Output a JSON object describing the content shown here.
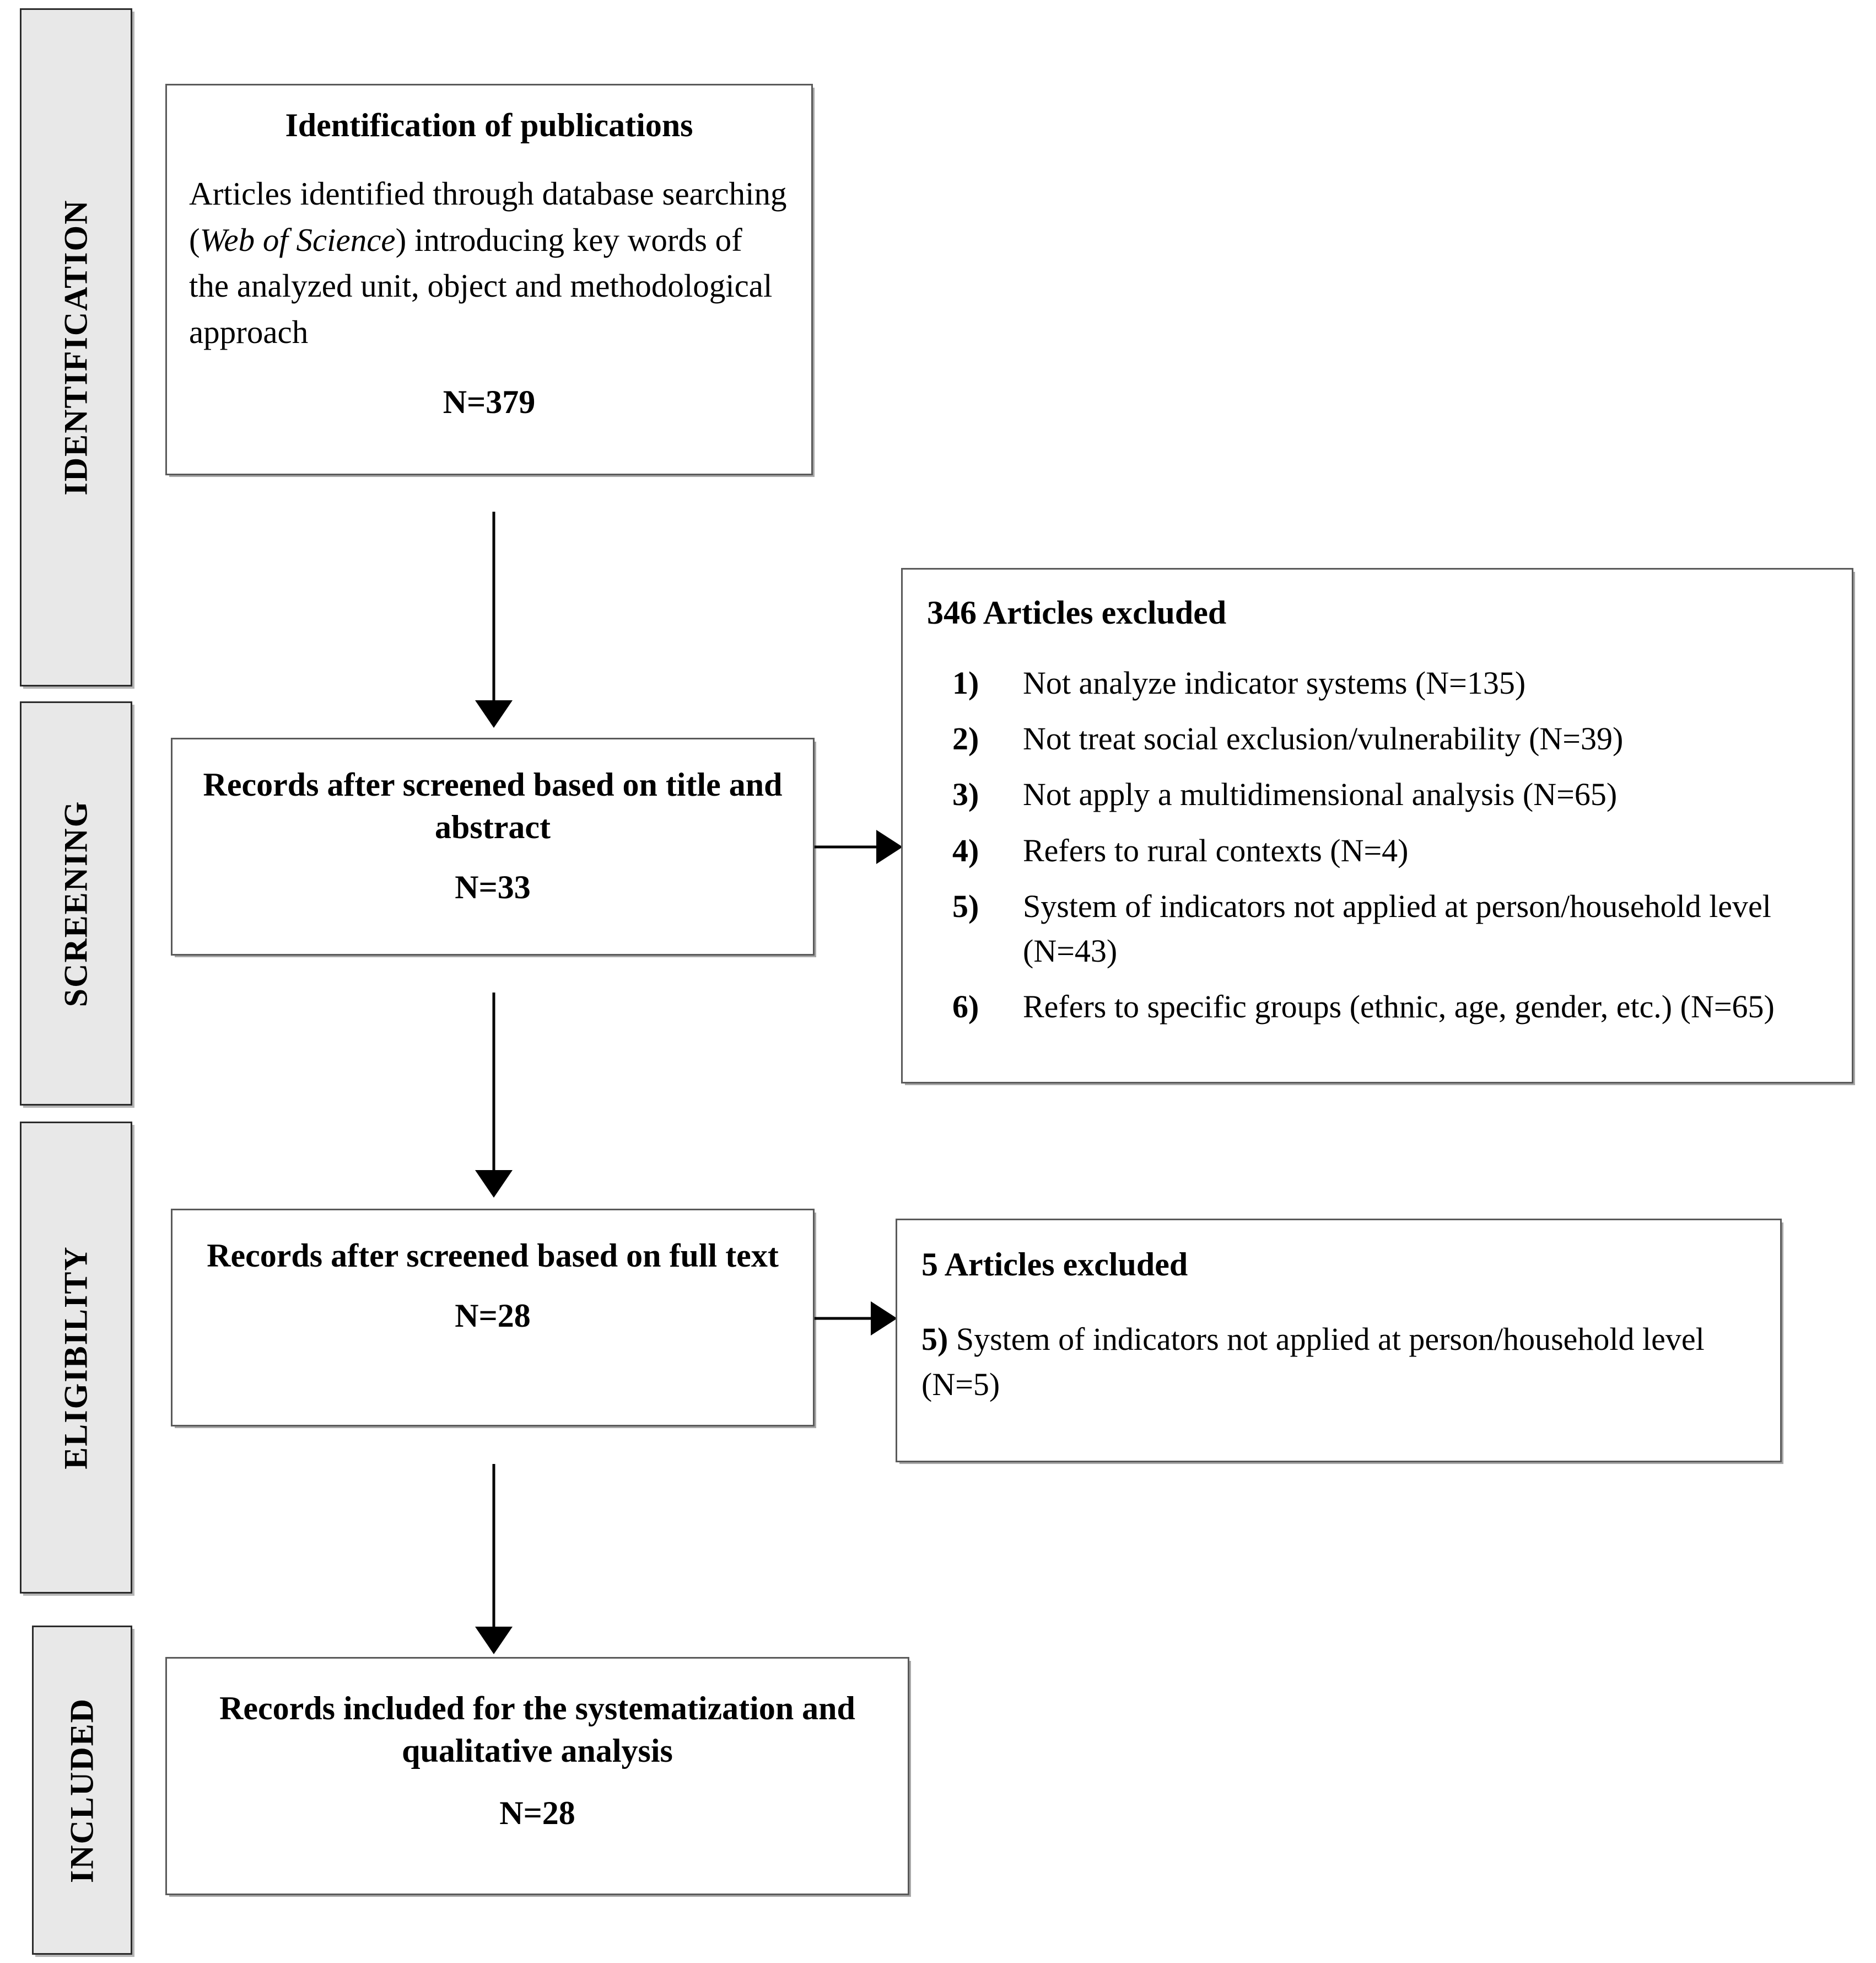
{
  "diagram": {
    "type": "prisma-flow-diagram",
    "stages": [
      {
        "id": "identification",
        "label": "IDENTIFICATION"
      },
      {
        "id": "screening",
        "label": "SCREENING"
      },
      {
        "id": "eligibility",
        "label": "ELIGIBILITY"
      },
      {
        "id": "included",
        "label": "INCLUDED"
      }
    ],
    "boxes": {
      "identification": {
        "title": "Identification of publications",
        "body_pre": "Articles identified through database searching (",
        "body_italic": "Web of Science",
        "body_post": ") introducing key words of the analyzed unit, object and methodological approach",
        "n": "N=379"
      },
      "screening": {
        "title": "Records after screened based on title and abstract",
        "n": "N=33"
      },
      "screening_excluded": {
        "heading": "346 Articles excluded",
        "items": [
          {
            "num": "1)",
            "text": "Not analyze indicator systems (N=135)"
          },
          {
            "num": "2)",
            "text": "Not treat social exclusion/vulnerability (N=39)"
          },
          {
            "num": "3)",
            "text": "Not apply a multidimensional analysis (N=65)"
          },
          {
            "num": "4)",
            "text": "Refers to rural contexts (N=4)"
          },
          {
            "num": "5)",
            "text": "System of indicators not applied at person/household level (N=43)"
          },
          {
            "num": "6)",
            "text": "Refers to specific groups (ethnic, age, gender, etc.) (N=65)"
          }
        ]
      },
      "eligibility": {
        "title": "Records after screened based on full text",
        "n": "N=28"
      },
      "eligibility_excluded": {
        "heading": "5 Articles excluded",
        "item_num": "5)",
        "item_text": " System of indicators not applied at person/household level (N=5)"
      },
      "included": {
        "title": "Records included for the systematization and qualitative analysis",
        "n": "N=28"
      }
    },
    "colors": {
      "stage_fill": "#e8e8e8",
      "stage_border": "#2b2b2b",
      "box_border": "#5a5a5a",
      "arrow": "#000000",
      "background": "#ffffff"
    }
  }
}
